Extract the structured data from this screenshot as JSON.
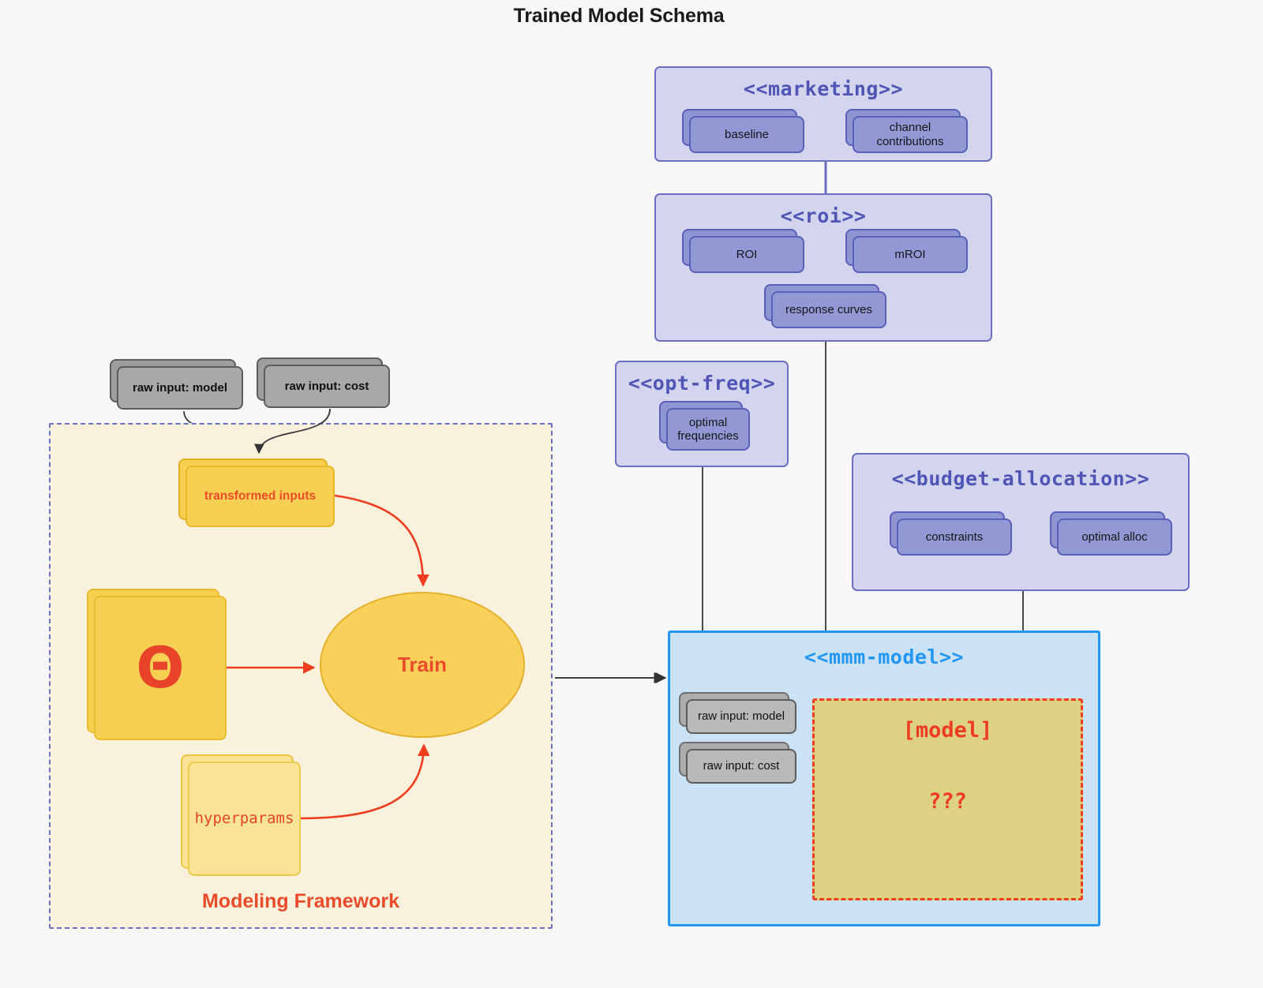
{
  "title": "Trained Model Schema",
  "packages": {
    "marketing": {
      "name": "<<marketing>>",
      "nodes": [
        {
          "label": "baseline"
        },
        {
          "label": "channel contributions"
        }
      ]
    },
    "roi": {
      "name": "<<roi>>",
      "nodes": [
        {
          "label": "ROI"
        },
        {
          "label": "mROI"
        },
        {
          "label": "response curves"
        }
      ]
    },
    "opt_freq": {
      "name": "<<opt-freq>>",
      "nodes": [
        {
          "label": "optimal frequencies"
        }
      ]
    },
    "budget_allocation": {
      "name": "<<budget-allocation>>",
      "nodes": [
        {
          "label": "constraints"
        },
        {
          "label": "optimal alloc"
        }
      ]
    },
    "mmm_model": {
      "name": "<<mmm-model>>",
      "inputs": [
        {
          "label": "raw input: model"
        },
        {
          "label": "raw input: cost"
        }
      ],
      "model_box": {
        "label": "[model]",
        "unknown": "???"
      }
    }
  },
  "modeling_framework": {
    "label": "Modeling Framework",
    "raw_inputs": [
      {
        "label": "raw input: model"
      },
      {
        "label": "raw input: cost"
      }
    ],
    "transformed_inputs": {
      "label": "transformed inputs"
    },
    "theta": {
      "label": "Θ"
    },
    "hyperparams": {
      "label": "hyperparams"
    },
    "train": {
      "label": "Train"
    }
  },
  "colors": {
    "background": "#f7f7f7",
    "package_fill": "#d2d5ed",
    "package_border": "#6a6fc2",
    "package_title": "#4f55b5",
    "node_fill": "#9198d4",
    "node_border": "#5a60b8",
    "grey_fill": "#a8a8a8",
    "grey_border": "#5d5d5d",
    "framework_fill": "#faf1dd",
    "framework_border": "#6a6fc2",
    "gold_fill": "#f7d053",
    "lemon_fill": "#f9e395",
    "accent_red": "#ea4b2a",
    "mmm_fill": "#cbe2f5",
    "mmm_border": "#2196f3",
    "model_box_fill": "#ddd284",
    "model_box_border": "#f03c20",
    "edge_grey": "#4a4a4a"
  }
}
